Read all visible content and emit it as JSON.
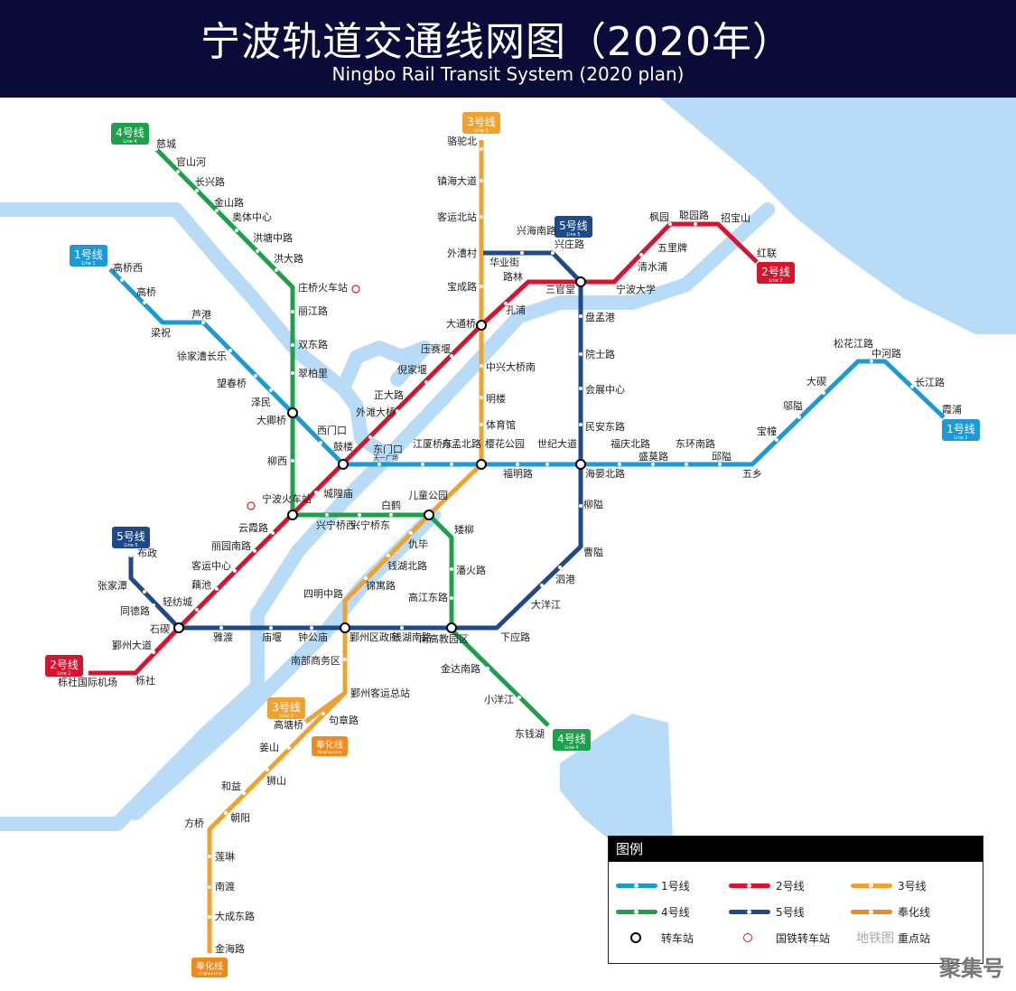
{
  "header": {
    "title": "宁波轨道交通线网图（2020年）",
    "subtitle": "Ningbo Rail Transit System (2020 plan)"
  },
  "colors": {
    "line1": "#1b9ad6",
    "line2": "#d7142e",
    "line3": "#f0a22e",
    "line4": "#1ea04a",
    "line5": "#1f4a8a",
    "fenghua": "#f08a1c",
    "water": "#b8dcf7",
    "header": "#0b0b3a"
  },
  "badges": {
    "line1": {
      "label": "1号线",
      "sub": "Line 1"
    },
    "line2": {
      "label": "2号线",
      "sub": "Line 2"
    },
    "line3": {
      "label": "3号线",
      "sub": "Line 3"
    },
    "line4": {
      "label": "4号线",
      "sub": "Line 4"
    },
    "line5": {
      "label": "5号线",
      "sub": "Line 5"
    },
    "fenghua": {
      "label": "奉化线",
      "sub": "Fenghua Line"
    }
  },
  "stations": {
    "line1": [
      "高桥西",
      "高桥",
      "梁祝",
      "芦港",
      "徐家漕长乐",
      "望春桥",
      "泽民",
      "大卿桥",
      "西门口",
      "鼓楼",
      "东门口",
      "天一广场",
      "江厦桥东",
      "舟孟北路",
      "樱花公园",
      "福明路",
      "世纪大道",
      "海晏北路",
      "福庆北路",
      "盛莫路",
      "东环南路",
      "邱隘",
      "五乡",
      "宝幢",
      "邬隘",
      "大碶",
      "松花江路",
      "中河路",
      "长江路",
      "霞浦"
    ],
    "line2": [
      "栎社国际机场",
      "栎社",
      "鄞州大道",
      "石碶",
      "轻纺城",
      "藕池",
      "客运中心",
      "丽园南路",
      "云霞路",
      "宁波火车站",
      "城隍庙",
      "鼓楼",
      "外滩大桥",
      "正大路",
      "倪家堰",
      "压赛堰",
      "大通桥",
      "孔浦",
      "路林",
      "三官堂",
      "宁波大学",
      "清水浦",
      "五里牌",
      "枫园",
      "聪园路",
      "招宝山",
      "红联"
    ],
    "line3": [
      "骆驼北",
      "镇海大道",
      "客运北站",
      "外漕村",
      "宝成路",
      "大通桥",
      "中兴大桥南",
      "明楼",
      "体育馆",
      "樱花公园",
      "儿童公园",
      "仇毕",
      "钱湖北路",
      "锦寓路",
      "四明中路",
      "鄞州区政府",
      "南部商务区",
      "鄞州客运总站",
      "高塘桥"
    ],
    "line4": [
      "慈城",
      "官山河",
      "长兴路",
      "金山路",
      "奥体中心",
      "洪塘中路",
      "洪大路",
      "庄桥火车站",
      "丽江路",
      "双东路",
      "翠柏里",
      "大卿桥",
      "柳西",
      "宁波火车站",
      "兴宁桥西",
      "兴宁桥东",
      "白鹤",
      "儿童公园",
      "矮柳",
      "潘火路",
      "高江东路",
      "南高教园区",
      "金达南路",
      "小洋江",
      "东钱湖"
    ],
    "line5": [
      "布政",
      "张家潭",
      "同德路",
      "石碶",
      "雅渡",
      "庙堰",
      "钟公庙",
      "鄞州区政府",
      "钱湖南路",
      "南高教园区",
      "下应路",
      "大洋江",
      "泗港",
      "曹隘",
      "柳隘",
      "海晏北路",
      "民安东路",
      "会展中心",
      "院士路",
      "盘孟港",
      "三官堂",
      "兴庄路",
      "兴海南路",
      "华业街",
      "外漕村"
    ],
    "fenghua": [
      "鄞州客运总站",
      "句章路",
      "姜山",
      "狮山",
      "和益",
      "朝阳",
      "方桥",
      "莲琳",
      "南渡",
      "大成东路",
      "金海路"
    ]
  },
  "legend": {
    "title": "图例",
    "items": [
      {
        "label": "1号线",
        "key": "line1"
      },
      {
        "label": "2号线",
        "key": "line2"
      },
      {
        "label": "3号线",
        "key": "line3"
      },
      {
        "label": "4号线",
        "key": "line4"
      },
      {
        "label": "5号线",
        "key": "line5"
      },
      {
        "label": "奉化线",
        "key": "fenghua"
      }
    ],
    "transfer": "转车站",
    "railway": "国铁转车站",
    "key_station": "重点站"
  },
  "watermark": {
    "main": "聚集号",
    "sub": "地铁图"
  }
}
